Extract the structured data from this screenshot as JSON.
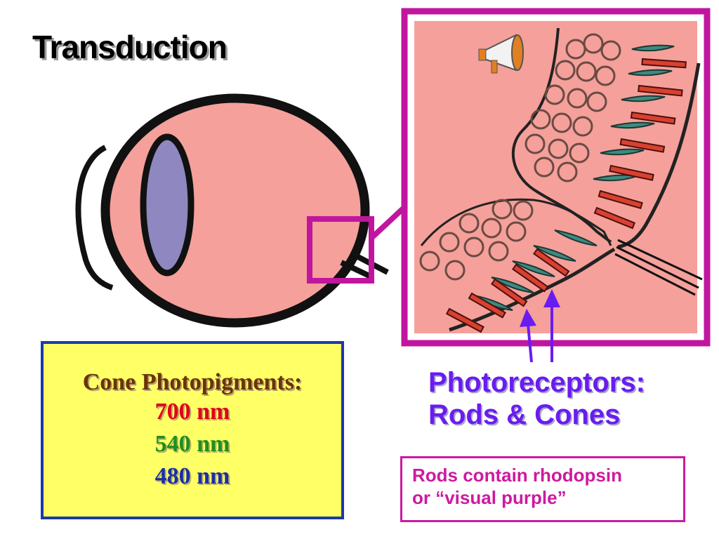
{
  "title": "Transduction",
  "cone_box": {
    "heading": "Cone Photopigments:",
    "values": [
      {
        "text": "700 nm",
        "color": "#e0001a"
      },
      {
        "text": "540 nm",
        "color": "#1f8f1f"
      },
      {
        "text": "480 nm",
        "color": "#1a2ea8"
      }
    ]
  },
  "photoreceptors": {
    "line1": "Photoreceptors:",
    "line2": "Rods & Cones"
  },
  "rods_note": {
    "line1": "Rods contain rhodopsin",
    "line2": "or “visual purple”"
  },
  "icons": {
    "speaker": "megaphone-icon"
  },
  "colors": {
    "eye_fill": "#f5a09a",
    "lens": "#8f87c0",
    "magenta": "#c0169e",
    "photo_text": "#6a1cf0",
    "box_yellow": "#ffff66",
    "box_border": "#1a3aa8"
  }
}
